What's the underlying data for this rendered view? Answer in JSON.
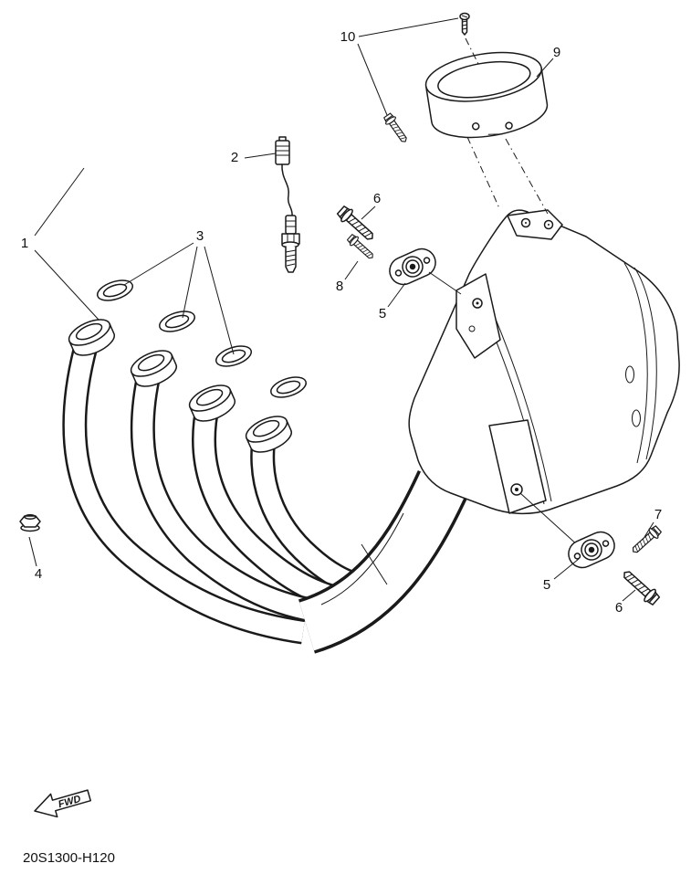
{
  "diagram": {
    "code": "20S1300-H120",
    "fwd_label": "FWD",
    "callouts": [
      {
        "label": "10"
      },
      {
        "label": "9"
      },
      {
        "label": "2"
      },
      {
        "label": "1"
      },
      {
        "label": "3"
      },
      {
        "label": "6"
      },
      {
        "label": "8"
      },
      {
        "label": "5"
      },
      {
        "label": "7"
      },
      {
        "label": "6"
      },
      {
        "label": "5"
      },
      {
        "label": "4"
      }
    ]
  }
}
